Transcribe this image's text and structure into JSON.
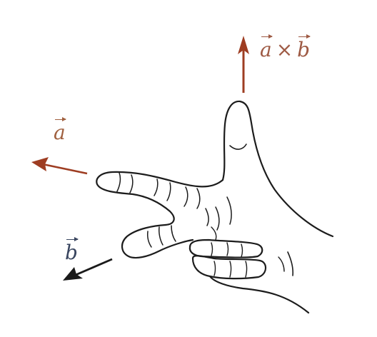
{
  "diagram": {
    "cross_label": {
      "left_operand": "a",
      "operator": "×",
      "right_operand": "b"
    },
    "index_label": "a",
    "middle_label": "b",
    "colors": {
      "cross_arrow": "#9e3d22",
      "index_arrow": "#9e3d22",
      "middle_arrow": "#1a1a1a",
      "cross_text": "#9e5a44",
      "index_text": "#a0603f",
      "middle_text": "#3a4660",
      "hand_outline": "#1c1c1c"
    },
    "icons": [
      "right-hand-icon",
      "arrow-up-icon",
      "arrow-left-icon",
      "arrow-down-left-icon"
    ]
  }
}
